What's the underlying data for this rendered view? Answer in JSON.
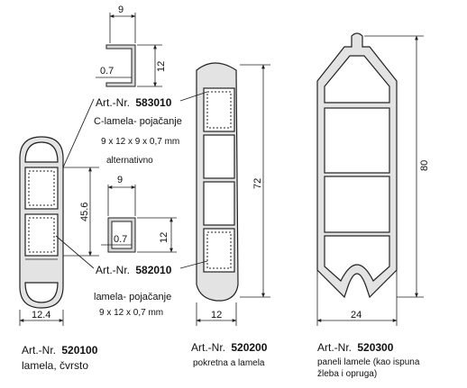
{
  "insert_c": {
    "art_prefix": "Art.-Nr.",
    "art_number": "583010",
    "name": "C-lamela- pojačanje",
    "size": "9 x 12 x 9 x 0,7 mm",
    "note": "alternativno",
    "dim_width": "9",
    "dim_height": "12",
    "dim_wall": "0.7"
  },
  "insert_box": {
    "art_prefix": "Art.-Nr.",
    "art_number": "582010",
    "name": "lamela- pojačanje",
    "size": "9 x 12 x 0,7 mm",
    "dim_width": "9",
    "dim_height": "12",
    "dim_wall": "0.7"
  },
  "profile_1": {
    "art_prefix": "Art.-Nr.",
    "art_number": "520100",
    "caption": "lamela, čvrsto",
    "dim_width": "12.4",
    "dim_height": "45.6"
  },
  "profile_2": {
    "art_prefix": "Art.-Nr.",
    "art_number": "520200",
    "caption": "pokretna a lamela",
    "dim_width": "12",
    "dim_height": "72"
  },
  "profile_3": {
    "art_prefix": "Art.-Nr.",
    "art_number": "520300",
    "caption_line1": "paneli lamele  (kao ispuna",
    "caption_line2": "žleba i opruga)",
    "dim_width": "24",
    "dim_height": "80"
  }
}
